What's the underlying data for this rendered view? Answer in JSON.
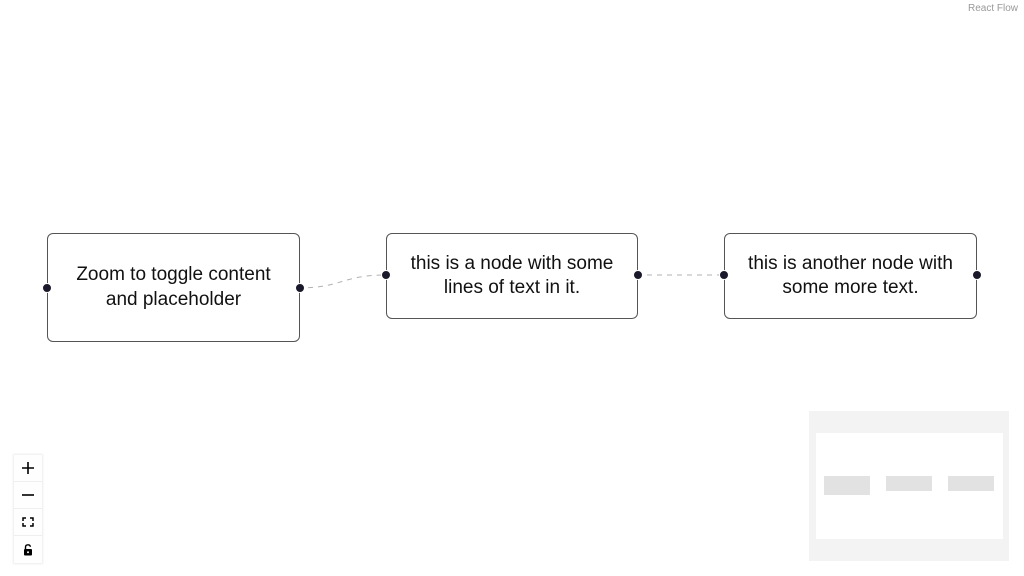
{
  "attribution": {
    "label": "React Flow"
  },
  "nodes": [
    {
      "id": "1",
      "label": "Zoom to toggle content and placeholder"
    },
    {
      "id": "2",
      "label": "this is a node with some lines of text in it."
    },
    {
      "id": "3",
      "label": "this is another node with some more text."
    }
  ],
  "edges": [
    {
      "source": "1",
      "target": "2",
      "style": "dashed"
    },
    {
      "source": "2",
      "target": "3",
      "style": "dashed"
    }
  ],
  "controls": [
    {
      "name": "zoom-in",
      "icon": "plus-icon"
    },
    {
      "name": "zoom-out",
      "icon": "minus-icon"
    },
    {
      "name": "fit-view",
      "icon": "fit-view-icon"
    },
    {
      "name": "toggle-interactivity",
      "icon": "lock-icon"
    }
  ],
  "colors": {
    "handle": "#1a192b",
    "node_border": "#555555",
    "edge": "#b1b1b7",
    "minimap_mask": "#f3f3f3",
    "minimap_node": "#e2e2e2"
  }
}
